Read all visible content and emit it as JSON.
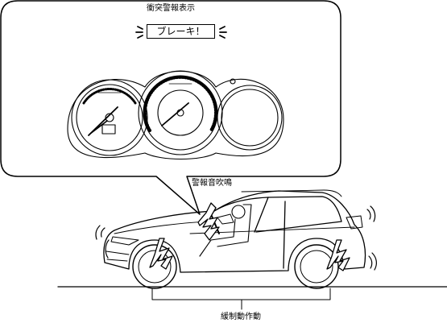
{
  "diagram": {
    "panel_title": "衝突警報表示",
    "display_message": "ブレーキ！",
    "alarm_label": "警報音吹鳴",
    "brake_label": "緩制動作動"
  }
}
